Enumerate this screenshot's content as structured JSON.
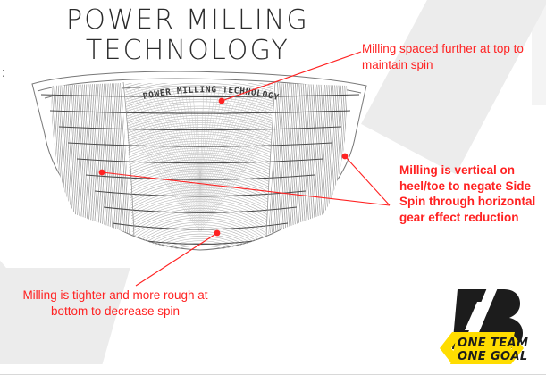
{
  "slide": {
    "title": "POWER MILLING\nTECHNOLOGY",
    "stray_marker": ":",
    "background_color": "#ffffff",
    "accent_color": "#ff2222",
    "deco_gray": "#ececec"
  },
  "clubface": {
    "face_label": "POWER MILLING TECHNOLOGY",
    "outline_color": "#6e6e6e",
    "milling_color": "#9a9a9a",
    "groove_color": "#575757",
    "regions": [
      "toe",
      "center",
      "heel"
    ]
  },
  "annotations": [
    {
      "id": "top",
      "text": "Milling spaced further at top to maintain spin",
      "color": "#ff2222"
    },
    {
      "id": "right",
      "text": "Milling is vertical on heel/toe to negate Side Spin through horizontal gear effect reduction",
      "color": "#ff2222"
    },
    {
      "id": "bottom",
      "text": "Milling is tighter and more rough at bottom to decrease spin",
      "color": "#ff2222"
    }
  ],
  "logo": {
    "brand_mark": "B",
    "tagline_line1": "ONE TEAM",
    "tagline_line2": "ONE GOAL",
    "banner_color": "#ffdd00",
    "mark_color": "#1c1c1c"
  }
}
